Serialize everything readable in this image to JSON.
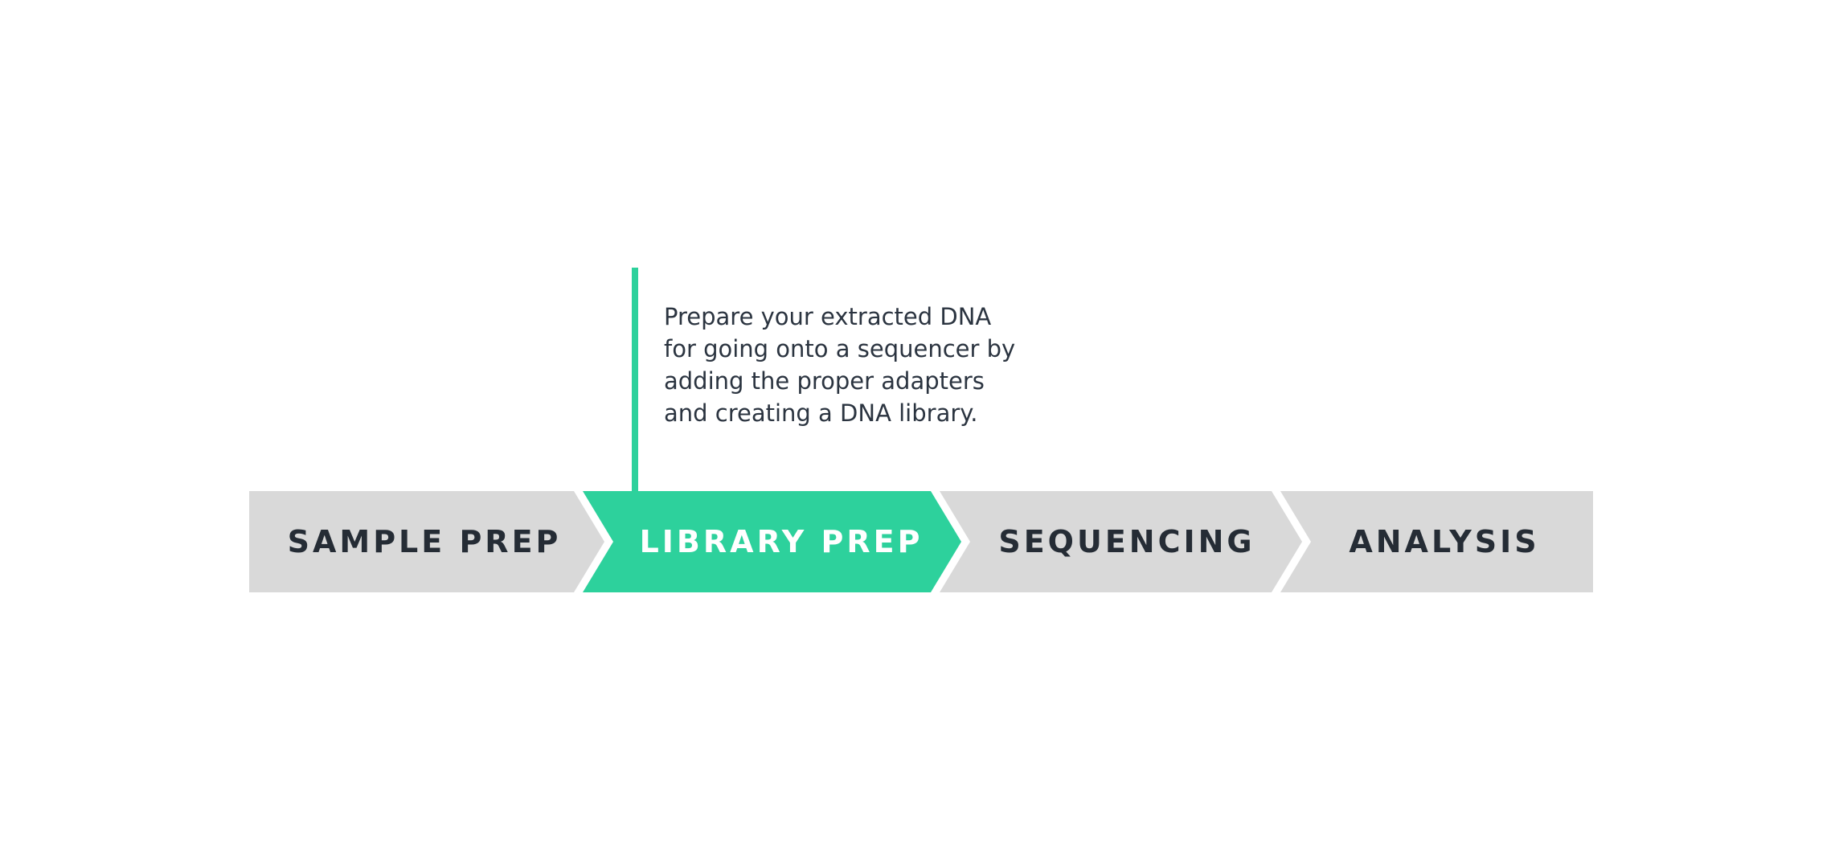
{
  "process_flow": {
    "steps": [
      {
        "label": "SAMPLE PREP",
        "active": false
      },
      {
        "label": "LIBRARY PREP",
        "active": true
      },
      {
        "label": "SEQUENCING",
        "active": false
      },
      {
        "label": "ANALYSIS",
        "active": false
      }
    ],
    "callout": {
      "lines": [
        "Prepare your extracted DNA",
        "for going onto a sequencer by",
        "adding the proper adapters",
        "and creating a DNA library."
      ]
    }
  },
  "colors": {
    "active_fill": "#2dd19c",
    "inactive_fill": "#d9d9d9",
    "active_text": "#ffffff",
    "inactive_text": "#252c35",
    "callout_text": "#2b3440",
    "callout_line": "#2dd19c"
  }
}
